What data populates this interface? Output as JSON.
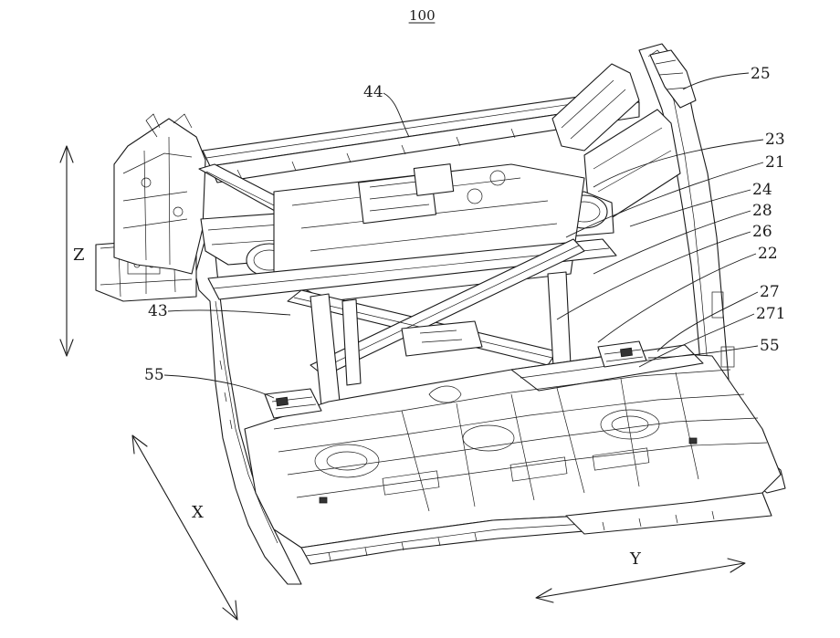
{
  "figure": {
    "figure_number": "100",
    "axes": {
      "z": "Z",
      "x": "X",
      "y": "Y"
    },
    "labels": {
      "l44": "44",
      "l25": "25",
      "l23": "23",
      "l21": "21",
      "l24": "24",
      "l28": "28",
      "l26": "26",
      "l22": "22",
      "l27": "27",
      "l271": "271",
      "l55r": "55",
      "l43": "43",
      "l55l": "55"
    }
  }
}
